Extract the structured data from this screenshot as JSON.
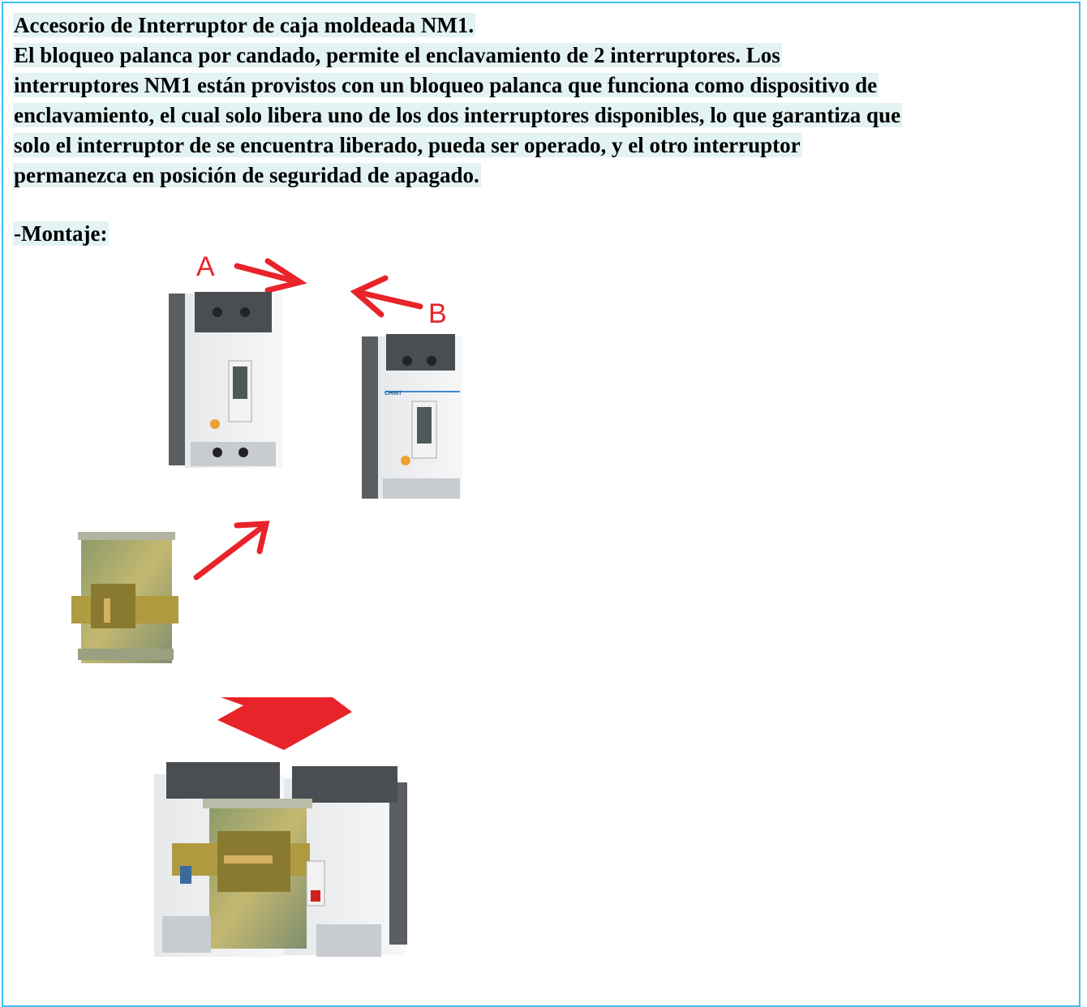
{
  "title": "Accesorio de Interruptor de caja moldeada NM1.",
  "paragraph_lines": [
    "El bloqueo palanca por candado, permite el enclavamiento de 2 interruptores. Los",
    "interruptores NM1 están provistos con un bloqueo palanca que funciona como dispositivo de",
    "enclavamiento, el cual solo libera uno de los dos interruptores disponibles, lo que garantiza que",
    "solo el interruptor de se encuentra liberado, pueda ser operado, y el otro interruptor",
    "permanezca en posición de seguridad de apagado."
  ],
  "section_heading": "-Montaje:",
  "diagram": {
    "label_a": "A",
    "label_b": "B",
    "brand": "CHINT",
    "accent_color": "#e8232a"
  }
}
